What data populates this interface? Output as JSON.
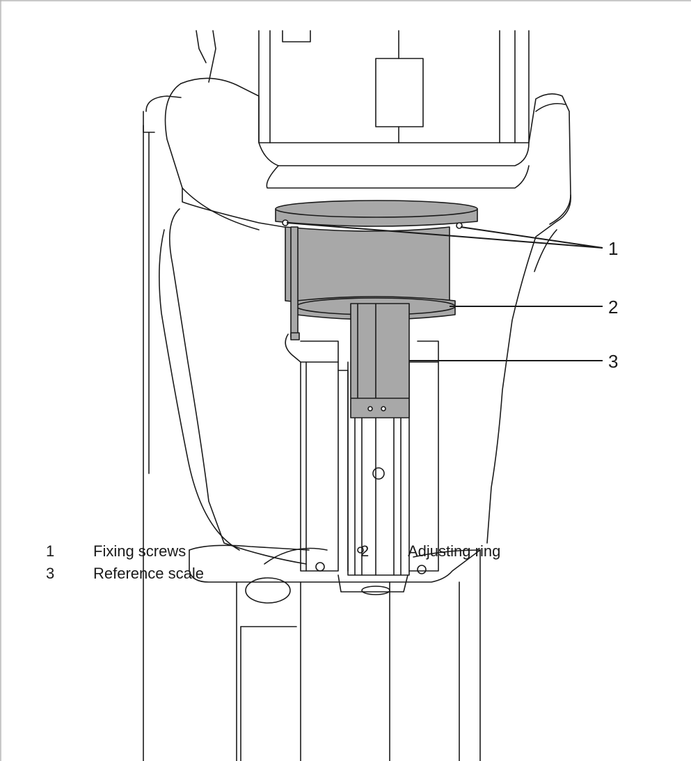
{
  "callouts": [
    {
      "number": "1",
      "description": "Fixing screws"
    },
    {
      "number": "2",
      "description": "Adjusting ring"
    },
    {
      "number": "3",
      "description": "Reference scale"
    }
  ],
  "colors": {
    "line": "#1a1a1a",
    "highlight": "#a8a8a8",
    "frame": "#b5b5b5",
    "background": "#ffffff"
  }
}
